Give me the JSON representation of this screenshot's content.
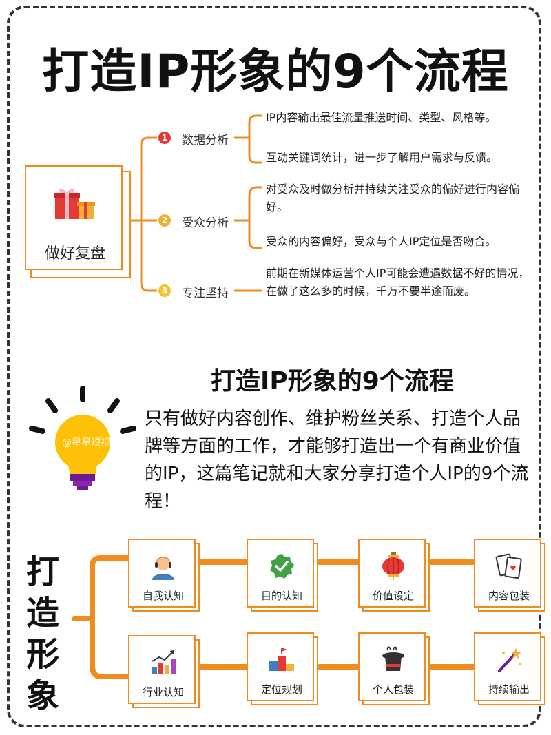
{
  "title": "打造IP形象的9个流程",
  "review": {
    "label": "做好复盘",
    "branches": [
      {
        "num": "1",
        "label": "数据分析",
        "details": [
          "IP内容输出最佳流量推送时间、类型、风格等。",
          "互动关键词统计，进一步了解用户需求与反馈。"
        ]
      },
      {
        "num": "2",
        "label": "受众分析",
        "details": [
          "对受众及时做分析并持续关注受众的偏好进行内容偏好。",
          "受众的内容偏好，受众与个人IP定位是否吻合。"
        ]
      },
      {
        "num": "3",
        "label": "专注坚持",
        "details": [
          "前期在新媒体运营个人IP可能会遭遇数据不好的情况，在做了这么多的时候，千万不要半途而废。"
        ]
      }
    ]
  },
  "subtitle": "打造IP形象的9个流程",
  "intro": "只有做好内容创作、维护粉丝关系、打造个人品牌等方面的工作，才能够打造出一个有商业价值的IP，这篇笔记就和大家分享打造个人IP的9个流程！",
  "watermark": "@星星短视",
  "side_title": "打造形象",
  "flow": {
    "row1": [
      {
        "label": "自我认知",
        "icon": "person-headset-icon"
      },
      {
        "label": "目的认知",
        "icon": "check-badge-icon"
      },
      {
        "label": "价值设定",
        "icon": "lantern-icon"
      },
      {
        "label": "内容包装",
        "icon": "cards-icon"
      }
    ],
    "row2": [
      {
        "label": "行业认知",
        "icon": "growth-chart-icon"
      },
      {
        "label": "定位规划",
        "icon": "podium-icon"
      },
      {
        "label": "个人包装",
        "icon": "magic-hat-icon"
      },
      {
        "label": "持续输出",
        "icon": "magic-wand-icon"
      }
    ]
  },
  "colors": {
    "accent": "#f08c1e",
    "num1": "#e53935",
    "num2": "#f2b134",
    "num3": "#f4c430"
  }
}
